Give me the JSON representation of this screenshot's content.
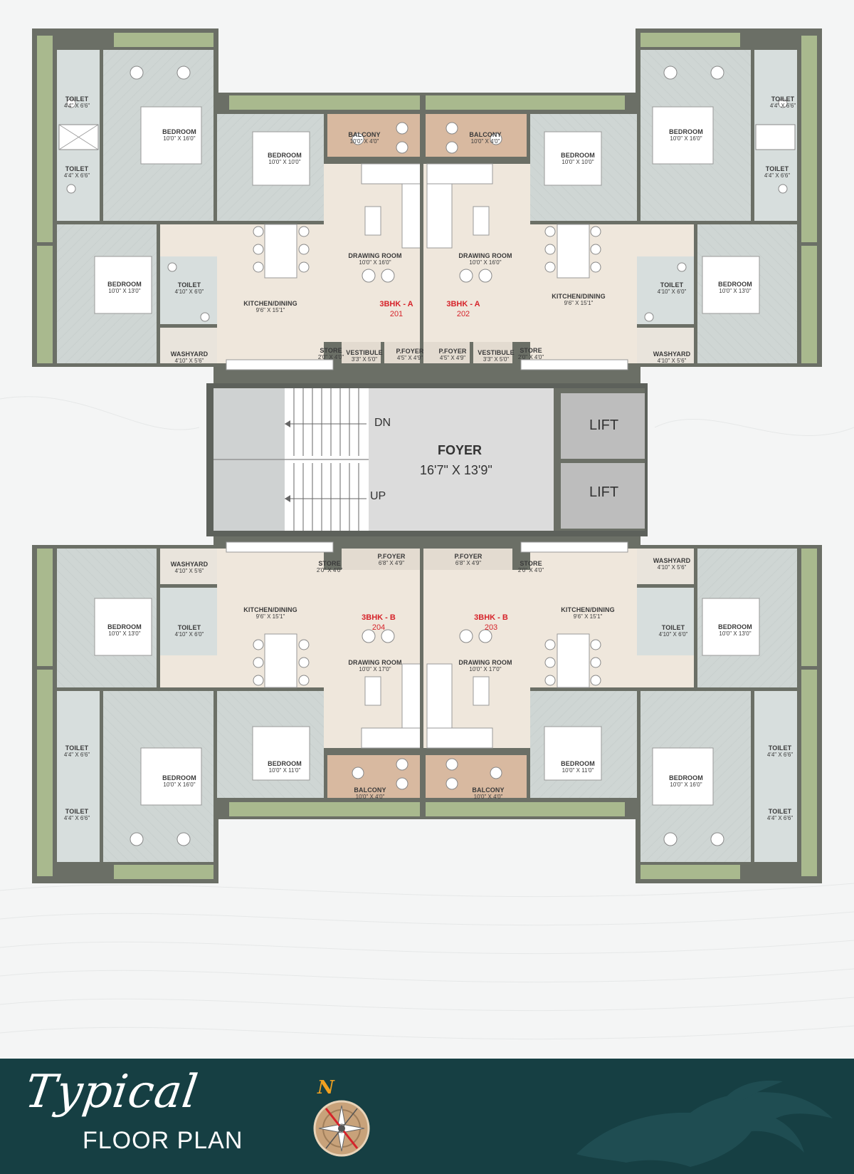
{
  "colors": {
    "footer_bg": "#163f43",
    "unit_label": "#d6232a",
    "wall": "#6b6f66",
    "greenery": "#a9b98e",
    "bedroom_floor": "#cfd6d4",
    "living_floor": "#efe7dc",
    "balcony_floor": "#d8b9a0",
    "foyer_floor": "#dcdcdc",
    "lift": "#bdbdbd"
  },
  "core": {
    "foyer_name": "FOYER",
    "foyer_dim": "16'7\" X 13'9\"",
    "stair_down": "DN",
    "stair_up": "UP",
    "lift_1": "LIFT",
    "lift_2": "LIFT"
  },
  "units": [
    {
      "type": "3BHK - A",
      "number": "201"
    },
    {
      "type": "3BHK - A",
      "number": "202"
    },
    {
      "type": "3BHK - B",
      "number": "204"
    },
    {
      "type": "3BHK - B",
      "number": "203"
    }
  ],
  "rooms": [
    {
      "name": "TOILET",
      "dim": "4'4\" X 6'6\""
    },
    {
      "name": "BEDROOM",
      "dim": "10'0\" X 16'0\""
    },
    {
      "name": "TOILET",
      "dim": "4'4\" X 6'6\""
    },
    {
      "name": "BEDROOM",
      "dim": "10'0\" X 10'0\""
    },
    {
      "name": "BALCONY",
      "dim": "10'0\" X 4'0\""
    },
    {
      "name": "BEDROOM",
      "dim": "10'0\" X 13'0\""
    },
    {
      "name": "TOILET",
      "dim": "4'10\" X 6'0\""
    },
    {
      "name": "KITCHEN/DINING",
      "dim": "9'6\" X 15'1\""
    },
    {
      "name": "DRAWING ROOM",
      "dim": "10'0\" X 16'0\""
    },
    {
      "name": "WASHYARD",
      "dim": "4'10\" X 5'6\""
    },
    {
      "name": "STORE",
      "dim": "2'0\" X 4'0\""
    },
    {
      "name": "VESTIBULE",
      "dim": "3'3\" X 5'0\""
    },
    {
      "name": "P.FOYER",
      "dim": "4'5\" X 4'9\""
    },
    {
      "name": "TOILET",
      "dim": "4'4\" X 6'6\""
    },
    {
      "name": "BEDROOM",
      "dim": "10'0\" X 16'0\""
    },
    {
      "name": "TOILET",
      "dim": "4'4\" X 6'6\""
    },
    {
      "name": "BEDROOM",
      "dim": "10'0\" X 10'0\""
    },
    {
      "name": "BALCONY",
      "dim": "10'0\" X 4'0\""
    },
    {
      "name": "BEDROOM",
      "dim": "10'0\" X 13'0\""
    },
    {
      "name": "TOILET",
      "dim": "4'10\" X 6'0\""
    },
    {
      "name": "KITCHEN/DINING",
      "dim": "9'6\" X 15'1\""
    },
    {
      "name": "DRAWING ROOM",
      "dim": "10'0\" X 16'0\""
    },
    {
      "name": "WASHYARD",
      "dim": "4'10\" X 5'6\""
    },
    {
      "name": "STORE",
      "dim": "2'0\" X 4'0\""
    },
    {
      "name": "VESTIBULE",
      "dim": "3'3\" X 5'0\""
    },
    {
      "name": "P.FOYER",
      "dim": "4'5\" X 4'9\""
    },
    {
      "name": "WASHYARD",
      "dim": "4'10\" X 5'6\""
    },
    {
      "name": "BEDROOM",
      "dim": "10'0\" X 13'0\""
    },
    {
      "name": "TOILET",
      "dim": "4'10\" X 6'0\""
    },
    {
      "name": "KITCHEN/DINING",
      "dim": "9'6\" X 15'1\""
    },
    {
      "name": "STORE",
      "dim": "2'0\" X 4'0\""
    },
    {
      "name": "P.FOYER",
      "dim": "6'8\" X 4'9\""
    },
    {
      "name": "DRAWING ROOM",
      "dim": "10'0\" X 17'0\""
    },
    {
      "name": "TOILET",
      "dim": "4'4\" X 6'6\""
    },
    {
      "name": "BEDROOM",
      "dim": "10'0\" X 16'0\""
    },
    {
      "name": "TOILET",
      "dim": "4'4\" X 6'6\""
    },
    {
      "name": "BEDROOM",
      "dim": "10'0\" X 11'0\""
    },
    {
      "name": "BALCONY",
      "dim": "10'0\" X 4'0\""
    },
    {
      "name": "WASHYARD",
      "dim": "4'10\" X 5'6\""
    },
    {
      "name": "BEDROOM",
      "dim": "10'0\" X 13'0\""
    },
    {
      "name": "TOILET",
      "dim": "4'10\" X 6'0\""
    },
    {
      "name": "KITCHEN/DINING",
      "dim": "9'6\" X 15'1\""
    },
    {
      "name": "STORE",
      "dim": "2'0\" X 4'0\""
    },
    {
      "name": "P.FOYER",
      "dim": "6'8\" X 4'9\""
    },
    {
      "name": "DRAWING ROOM",
      "dim": "10'0\" X 17'0\""
    },
    {
      "name": "TOILET",
      "dim": "4'4\" X 6'6\""
    },
    {
      "name": "BEDROOM",
      "dim": "10'0\" X 16'0\""
    },
    {
      "name": "TOILET",
      "dim": "4'4\" X 6'6\""
    },
    {
      "name": "BEDROOM",
      "dim": "10'0\" X 11'0\""
    },
    {
      "name": "BALCONY",
      "dim": "10'0\" X 4'0\""
    }
  ],
  "footer": {
    "title_script": "Typical",
    "title_sub": "FLOOR PLAN",
    "compass_north": "N",
    "icons": [
      "compass-icon",
      "horse-logo-icon"
    ]
  }
}
